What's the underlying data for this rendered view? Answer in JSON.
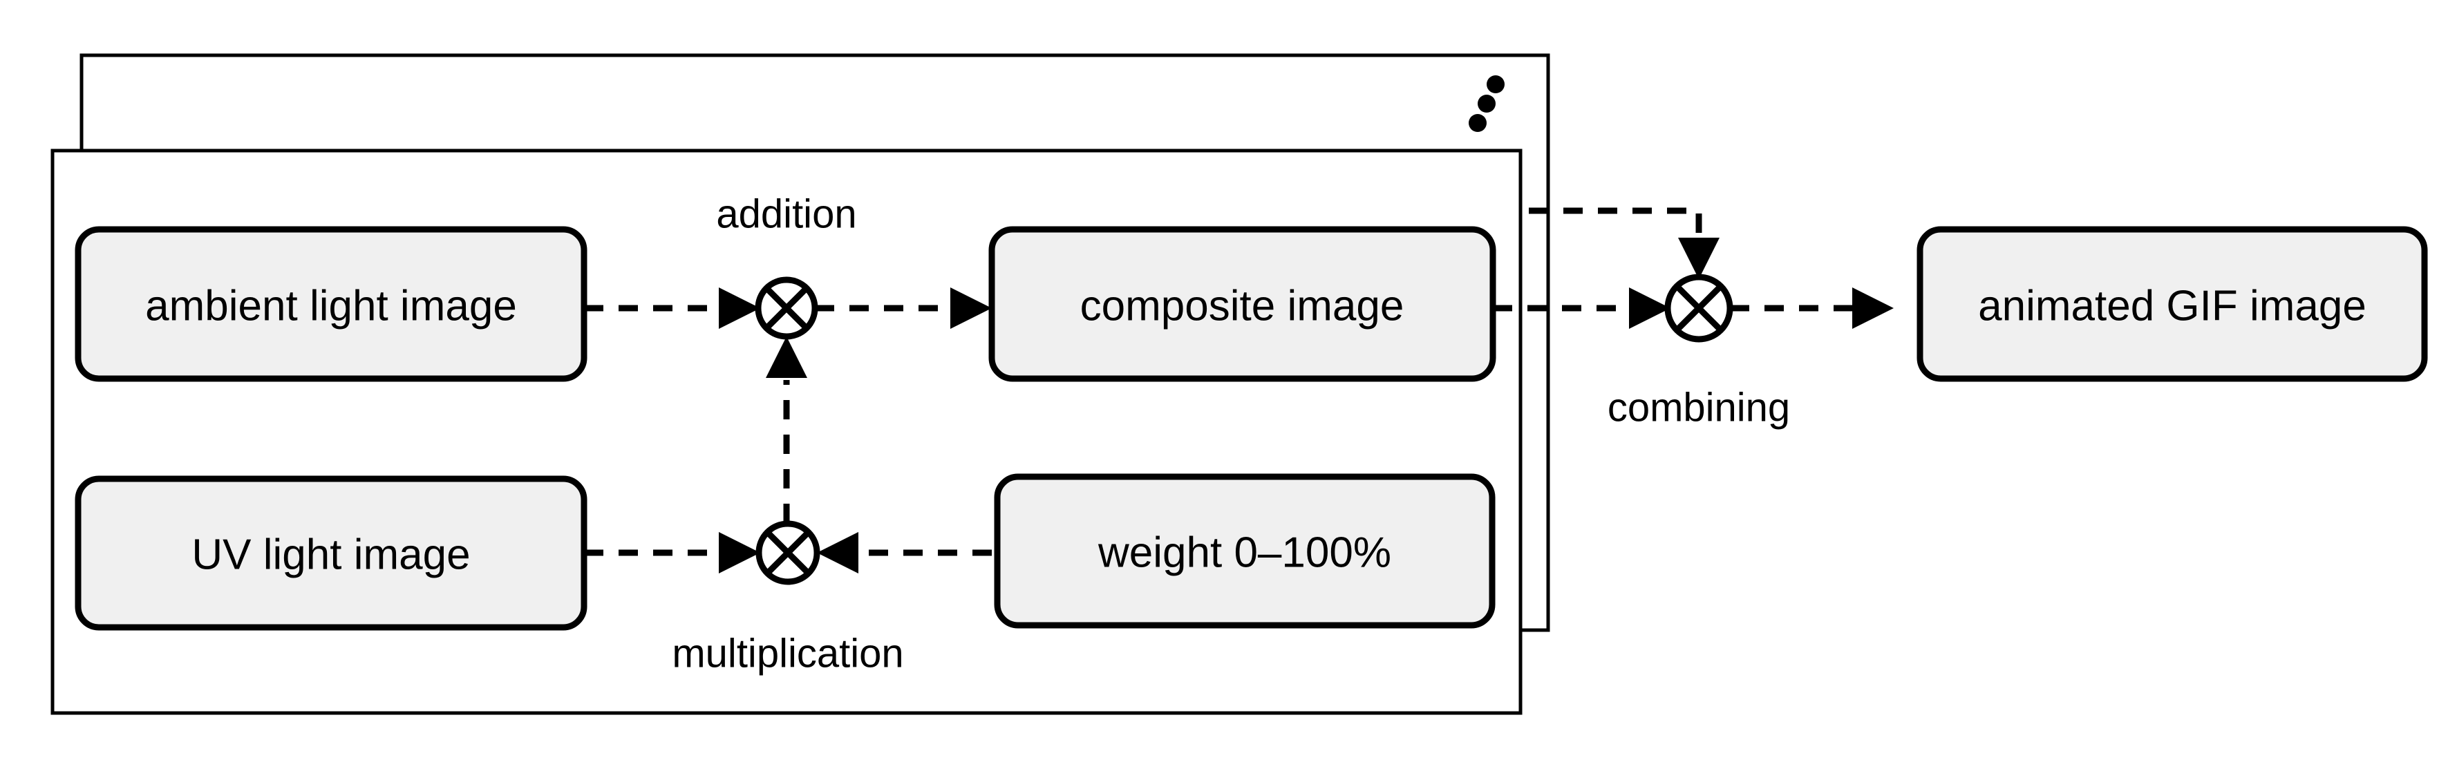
{
  "diagram": {
    "title": "image compositing and animation pipeline",
    "background_color": "#ffffff",
    "box_fill_color": "#f0f0f0",
    "stroke_color": "#000000",
    "panels": [
      {
        "name": "back-stack-panel",
        "note": "repeated layer behind front panel"
      },
      {
        "name": "front-stack-panel",
        "note": "front-most repeated layer"
      }
    ],
    "ellipsis": {
      "name": "vertical-ellipsis",
      "glyph": "⋰",
      "dot_count": 3,
      "meaning": "more repeated layers"
    },
    "nodes": [
      {
        "id": "ambient",
        "label": "ambient light image",
        "kind": "box"
      },
      {
        "id": "uv",
        "label": "UV light image",
        "kind": "box"
      },
      {
        "id": "weight",
        "label": "weight 0–100%",
        "kind": "box"
      },
      {
        "id": "composite",
        "label": "composite image",
        "kind": "box"
      },
      {
        "id": "gif",
        "label": "animated GIF image",
        "kind": "box"
      },
      {
        "id": "addition",
        "label": "addition",
        "kind": "operator",
        "symbol": "circle-cross"
      },
      {
        "id": "multiplication",
        "label": "multiplication",
        "kind": "operator",
        "symbol": "circle-cross"
      },
      {
        "id": "combining",
        "label": "combining",
        "kind": "operator",
        "symbol": "circle-cross"
      }
    ],
    "edges": [
      {
        "from": "ambient",
        "to": "addition",
        "style": "dashed-arrow"
      },
      {
        "from": "multiplication",
        "to": "addition",
        "style": "dashed-arrow"
      },
      {
        "from": "addition",
        "to": "composite",
        "style": "dashed-arrow"
      },
      {
        "from": "uv",
        "to": "multiplication",
        "style": "dashed-arrow"
      },
      {
        "from": "weight",
        "to": "multiplication",
        "style": "dashed-arrow"
      },
      {
        "from": "composite",
        "to": "combining",
        "style": "dashed-arrow"
      },
      {
        "from": "back-stack-panel",
        "to": "combining",
        "style": "dashed-arrow-elbow"
      },
      {
        "from": "combining",
        "to": "gif",
        "style": "dashed-arrow"
      }
    ]
  }
}
